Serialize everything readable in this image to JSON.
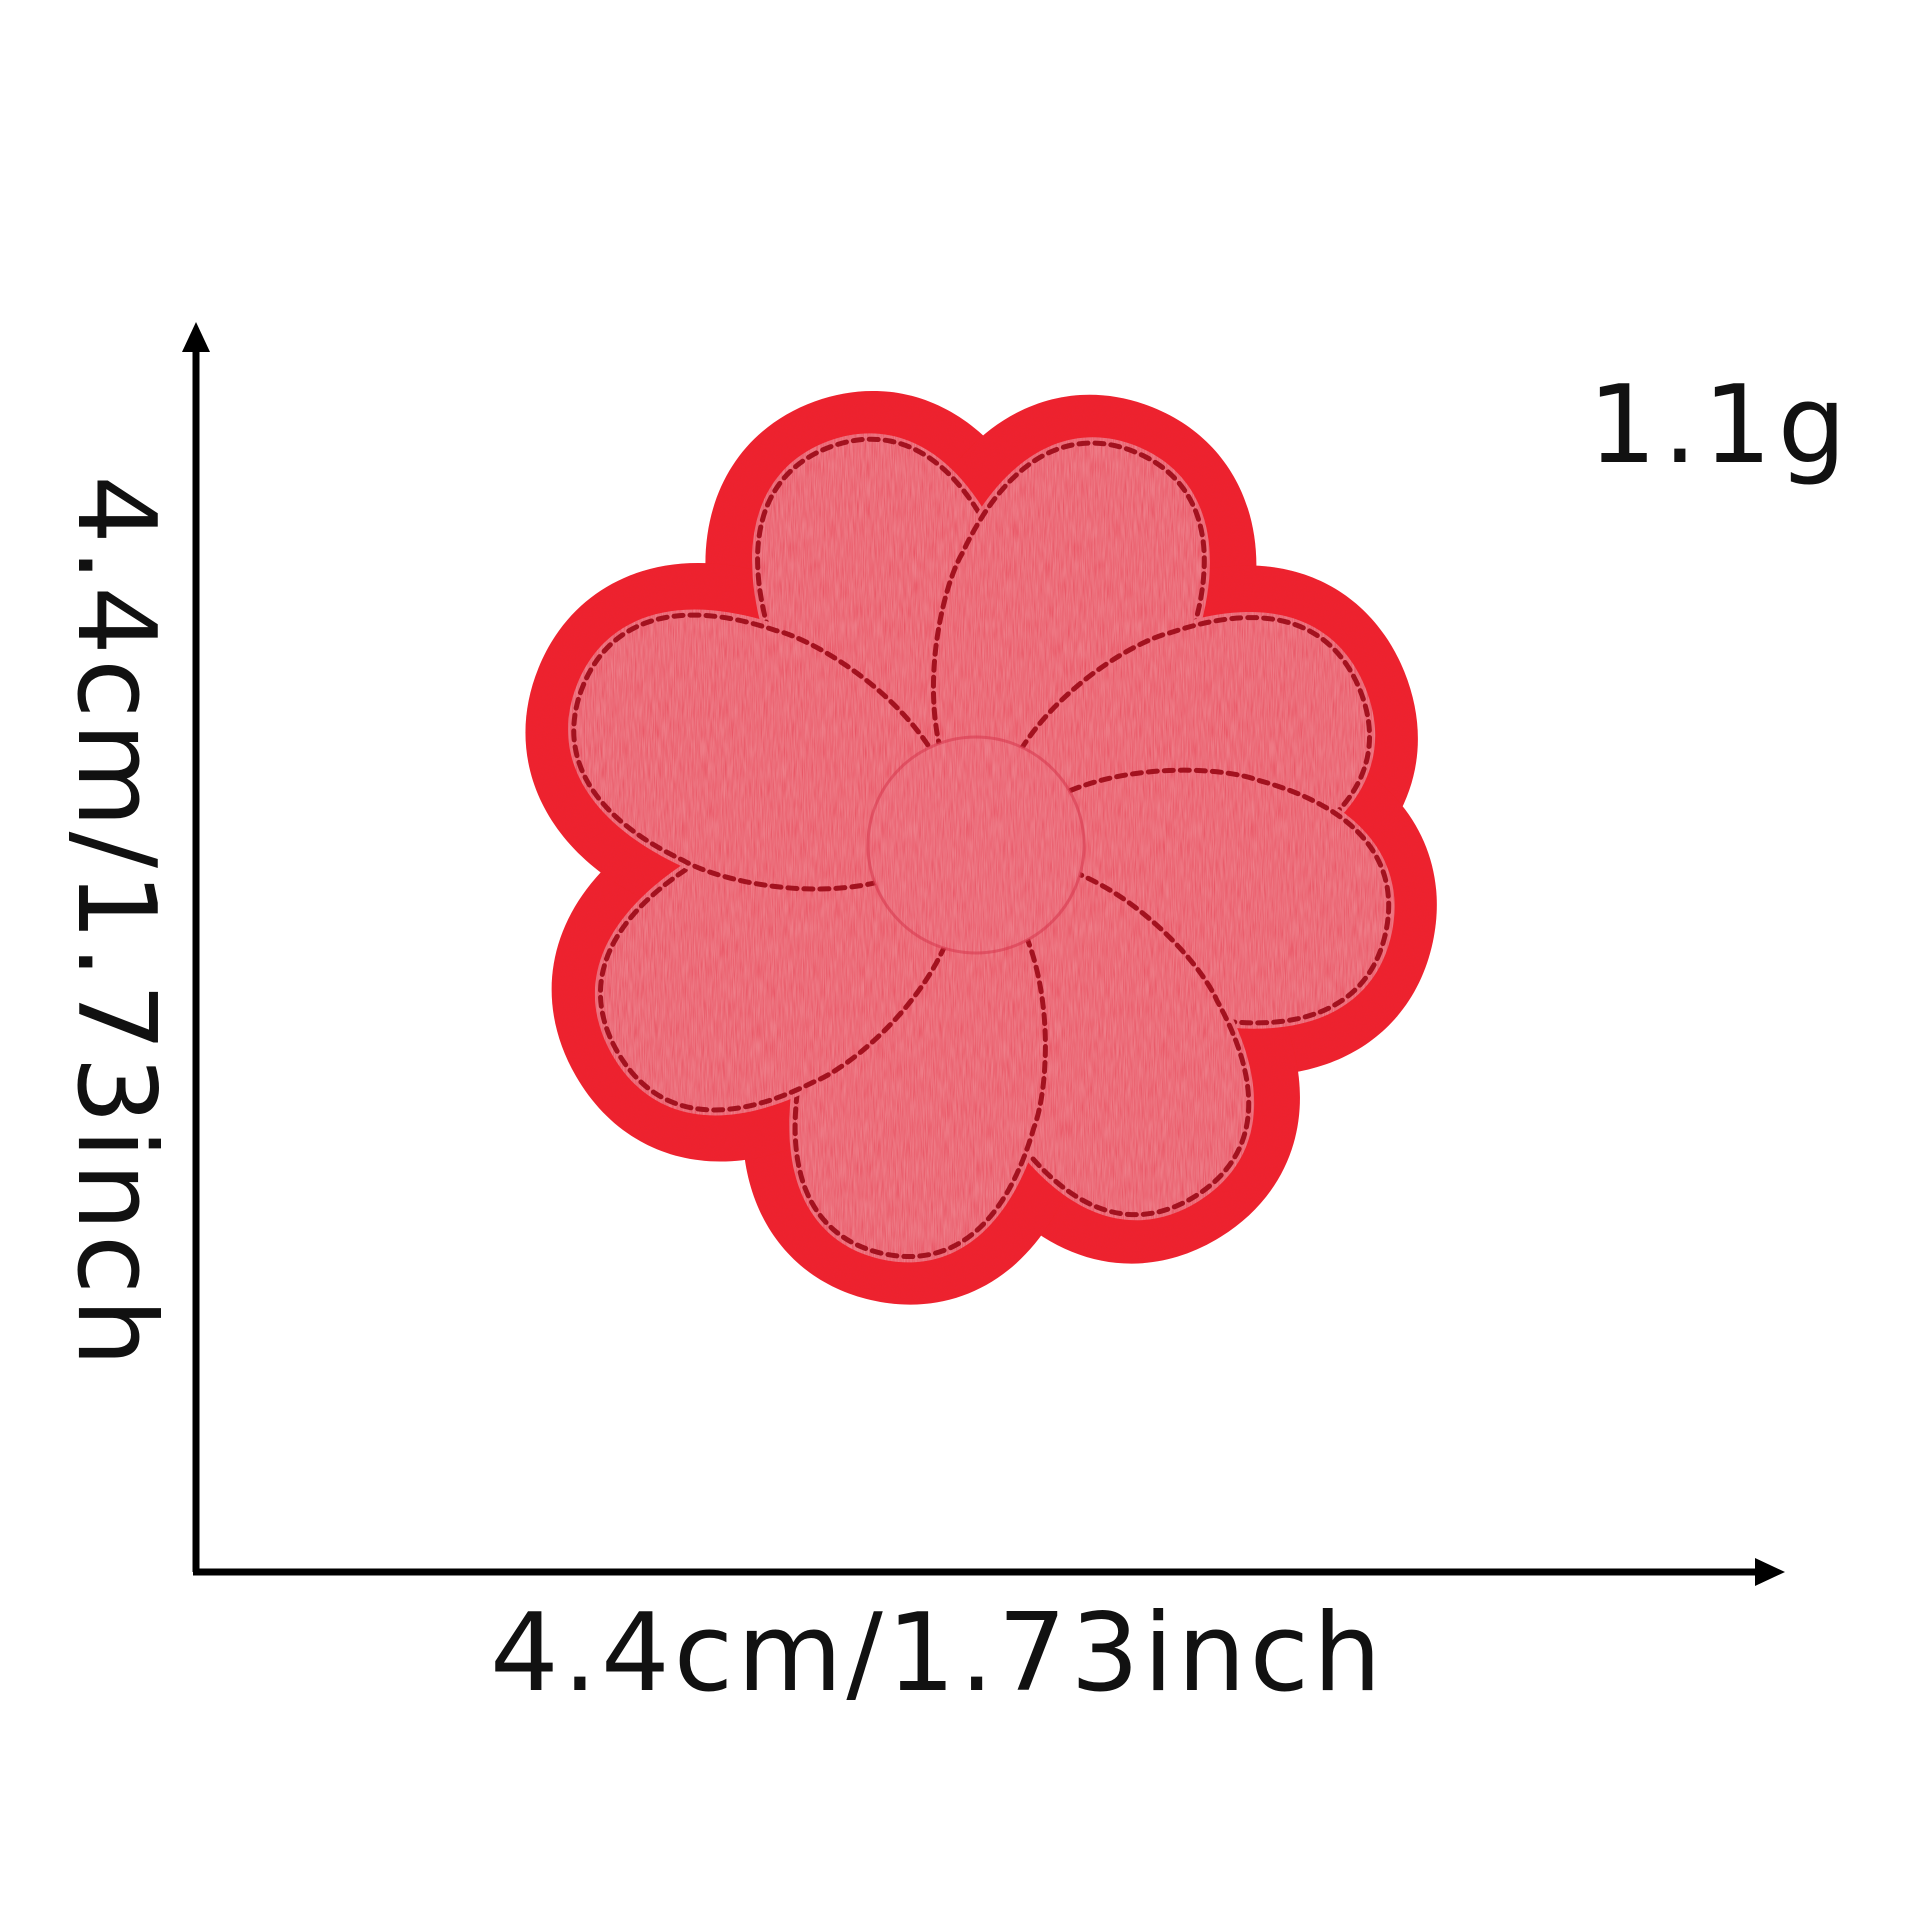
{
  "product": {
    "weight_label": "1.1g",
    "width_label": "4.4cm/1.73inch",
    "height_label": "4.4cm/1.73inch"
  },
  "patch": {
    "petal_count": 8,
    "colors": {
      "felt_border": "#f0262d",
      "petal_fill": "#e8475a",
      "stitch": "#a3121f",
      "center_fill": "#e84a5d"
    }
  },
  "icons": {
    "vertical_arrow": "arrow-up-icon",
    "horizontal_arrow": "arrow-right-icon"
  }
}
